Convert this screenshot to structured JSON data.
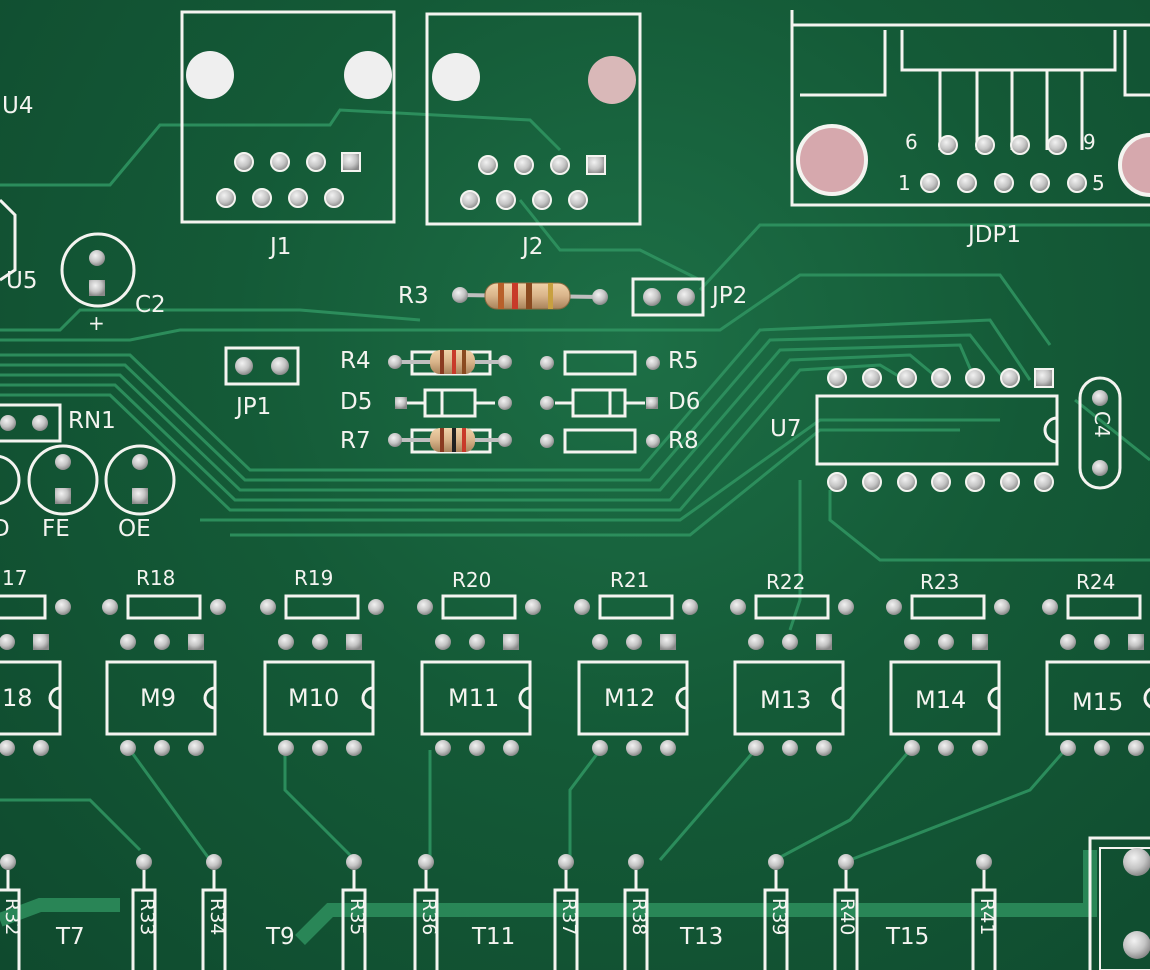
{
  "image_kind": "photo of a green printed circuit board with white silkscreen",
  "colors": {
    "board_green": "#145a37",
    "trace_green": "#2a8a57",
    "silkscreen_white": "#f4f4f0",
    "pad_silver": "#c9c9c9",
    "resistor_body": "#d9b48a"
  },
  "silkscreen_labels": {
    "u4": "U4",
    "u5": "U5",
    "c2": "C2",
    "c2_plus": "+",
    "j1": "J1",
    "j2": "J2",
    "jdp1": "JDP1",
    "jdp1_pin6": "6",
    "jdp1_pin9": "9",
    "jdp1_pin1": "1",
    "jdp1_pin5": "5",
    "r3": "R3",
    "jp2": "JP2",
    "jp1": "JP1",
    "r4": "R4",
    "r5": "R5",
    "d5": "D5",
    "d6": "D6",
    "r7": "R7",
    "r8": "R8",
    "u7": "U7",
    "c4": "C4",
    "rn1": "RN1",
    "led_d": "D",
    "led_fe": "FE",
    "led_oe": "OE",
    "r17": "17",
    "r18": "R18",
    "r19": "R19",
    "r20": "R20",
    "r21": "R21",
    "r22": "R22",
    "r23": "R23",
    "r24": "R24",
    "m8": "18",
    "m9": "M9",
    "m10": "M10",
    "m11": "M11",
    "m12": "M12",
    "m13": "M13",
    "m14": "M14",
    "m15": "M15",
    "r32": "R32",
    "r33": "R33",
    "r34": "R34",
    "r35": "R35",
    "r36": "R36",
    "r37": "R37",
    "r38": "R38",
    "r39": "R39",
    "r40": "R40",
    "r41": "R41",
    "t7": "T7",
    "t9": "T9",
    "t11": "T11",
    "t13": "T13",
    "t15": "T15"
  }
}
